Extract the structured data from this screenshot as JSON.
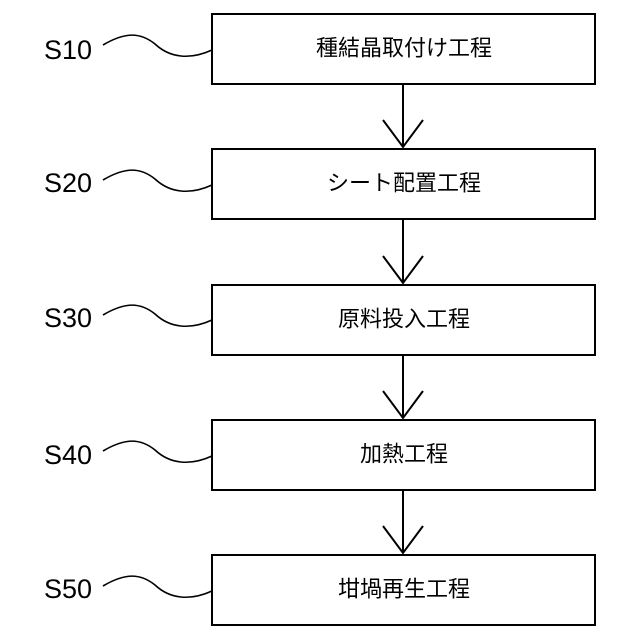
{
  "steps": [
    {
      "id": "S10",
      "label": "種結晶取付け工程"
    },
    {
      "id": "S20",
      "label": "シート配置工程"
    },
    {
      "id": "S30",
      "label": "原料投入工程"
    },
    {
      "id": "S40",
      "label": "加熱工程"
    },
    {
      "id": "S50",
      "label": "坩堝再生工程"
    }
  ]
}
